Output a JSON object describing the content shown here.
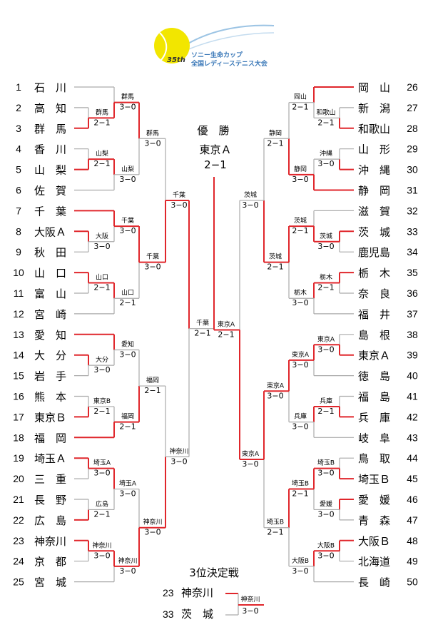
{
  "header": {
    "edition": "35th",
    "title_line1": "ソニー生命カップ",
    "title_line2": "全国レディーステニス大会",
    "color_ball": "#f2e600",
    "color_text": "#3a78b8"
  },
  "colors": {
    "winner_line": "#e0262b",
    "loser_line": "#aaaaaa"
  },
  "left_teams": [
    {
      "seed": "1",
      "name": "石　川"
    },
    {
      "seed": "2",
      "name": "高　知"
    },
    {
      "seed": "3",
      "name": "群　馬"
    },
    {
      "seed": "4",
      "name": "香　川"
    },
    {
      "seed": "5",
      "name": "山　梨"
    },
    {
      "seed": "6",
      "name": "佐　賀"
    },
    {
      "seed": "7",
      "name": "千　葉"
    },
    {
      "seed": "8",
      "name": "大阪Ａ"
    },
    {
      "seed": "9",
      "name": "秋　田"
    },
    {
      "seed": "10",
      "name": "山　口"
    },
    {
      "seed": "11",
      "name": "富　山"
    },
    {
      "seed": "12",
      "name": "宮　崎"
    },
    {
      "seed": "13",
      "name": "愛　知"
    },
    {
      "seed": "14",
      "name": "大　分"
    },
    {
      "seed": "15",
      "name": "岩　手"
    },
    {
      "seed": "16",
      "name": "熊　本"
    },
    {
      "seed": "17",
      "name": "東京Ｂ"
    },
    {
      "seed": "18",
      "name": "福　岡"
    },
    {
      "seed": "19",
      "name": "埼玉Ａ"
    },
    {
      "seed": "20",
      "name": "三　重"
    },
    {
      "seed": "21",
      "name": "長　野"
    },
    {
      "seed": "22",
      "name": "広　島"
    },
    {
      "seed": "23",
      "name": "神奈川"
    },
    {
      "seed": "24",
      "name": "京　都"
    },
    {
      "seed": "25",
      "name": "宮　城"
    }
  ],
  "right_teams": [
    {
      "seed": "26",
      "name": "岡　山"
    },
    {
      "seed": "27",
      "name": "新　潟"
    },
    {
      "seed": "28",
      "name": "和歌山"
    },
    {
      "seed": "29",
      "name": "山　形"
    },
    {
      "seed": "30",
      "name": "沖　縄"
    },
    {
      "seed": "31",
      "name": "静　岡"
    },
    {
      "seed": "32",
      "name": "滋　賀"
    },
    {
      "seed": "33",
      "name": "茨　城"
    },
    {
      "seed": "34",
      "name": "鹿児島"
    },
    {
      "seed": "35",
      "name": "栃　木"
    },
    {
      "seed": "36",
      "name": "奈　良"
    },
    {
      "seed": "37",
      "name": "福　井"
    },
    {
      "seed": "38",
      "name": "島　根"
    },
    {
      "seed": "39",
      "name": "東京Ａ"
    },
    {
      "seed": "40",
      "name": "徳　島"
    },
    {
      "seed": "41",
      "name": "福　島"
    },
    {
      "seed": "42",
      "name": "兵　庫"
    },
    {
      "seed": "43",
      "name": "岐　阜"
    },
    {
      "seed": "44",
      "name": "鳥　取"
    },
    {
      "seed": "45",
      "name": "埼玉Ｂ"
    },
    {
      "seed": "46",
      "name": "愛　媛"
    },
    {
      "seed": "47",
      "name": "青　森"
    },
    {
      "seed": "48",
      "name": "大阪Ｂ"
    },
    {
      "seed": "49",
      "name": "北海道"
    },
    {
      "seed": "50",
      "name": "長　崎"
    }
  ],
  "matches": {
    "l_r1_a": {
      "winner": "群馬",
      "score": "2−1"
    },
    "l_r1_b": {
      "winner": "山梨",
      "score": "2−1"
    },
    "l_r1_c": {
      "winner": "大阪",
      "score": "3−0"
    },
    "l_r1_d": {
      "winner": "山口",
      "score": "2−1"
    },
    "l_r1_e": {
      "winner": "大分",
      "score": "3−0"
    },
    "l_r1_f": {
      "winner": "東京B",
      "score": "2−1"
    },
    "l_r1_g": {
      "winner": "埼玉A",
      "score": "3−0"
    },
    "l_r1_h": {
      "winner": "広島",
      "score": "2−1"
    },
    "l_r1_i": {
      "winner": "神奈川",
      "score": "3−0"
    },
    "l_r2_a": {
      "winner": "群馬",
      "score": "3−0"
    },
    "l_r2_b": {
      "winner": "山梨",
      "score": "3−0"
    },
    "l_r2_c": {
      "winner": "千葉",
      "score": "3−0"
    },
    "l_r2_d": {
      "winner": "山口",
      "score": "2−1"
    },
    "l_r2_e": {
      "winner": "愛知",
      "score": "3−0"
    },
    "l_r2_f": {
      "winner": "福岡",
      "score": "2−1"
    },
    "l_r2_g": {
      "winner": "埼玉A",
      "score": "3−0"
    },
    "l_r2_h": {
      "winner": "神奈川",
      "score": "3−0"
    },
    "l_r3_a": {
      "winner": "群馬",
      "score": "3−0"
    },
    "l_r3_b": {
      "winner": "千葉",
      "score": "3−0"
    },
    "l_r3_c": {
      "winner": "福岡",
      "score": "2−1"
    },
    "l_r3_d": {
      "winner": "神奈川",
      "score": "3−0"
    },
    "l_r4_a": {
      "winner": "千葉",
      "score": "3−0"
    },
    "l_r4_b": {
      "winner": "神奈川",
      "score": "3−0"
    },
    "l_sf": {
      "winner": "千葉",
      "score": "2−1"
    },
    "r_r1_a": {
      "winner": "和歌山",
      "score": "2−1"
    },
    "r_r1_b": {
      "winner": "沖縄",
      "score": "3−0"
    },
    "r_r1_c": {
      "winner": "茨城",
      "score": "3−0"
    },
    "r_r1_d": {
      "winner": "栃木",
      "score": "2−1"
    },
    "r_r1_e": {
      "winner": "東京A",
      "score": "3−0"
    },
    "r_r1_f": {
      "winner": "兵庫",
      "score": "2−1"
    },
    "r_r1_g": {
      "winner": "埼玉B",
      "score": "3−0"
    },
    "r_r1_h": {
      "winner": "愛媛",
      "score": "3−0"
    },
    "r_r1_i": {
      "winner": "大阪B",
      "score": "3−0"
    },
    "r_r2_a": {
      "winner": "岡山",
      "score": "2−1"
    },
    "r_r2_b": {
      "winner": "静岡",
      "score": "3−0"
    },
    "r_r2_c": {
      "winner": "茨城",
      "score": "2−1"
    },
    "r_r2_d": {
      "winner": "栃木",
      "score": "3−0"
    },
    "r_r2_e": {
      "winner": "東京A",
      "score": "3−0"
    },
    "r_r2_f": {
      "winner": "兵庫",
      "score": "3−0"
    },
    "r_r2_g": {
      "winner": "埼玉B",
      "score": "2−1"
    },
    "r_r2_h": {
      "winner": "大阪B",
      "score": "3−0"
    },
    "r_r3_a": {
      "winner": "静岡",
      "score": "2−1"
    },
    "r_r3_b": {
      "winner": "茨城",
      "score": "2−1"
    },
    "r_r3_c": {
      "winner": "東京A",
      "score": "3−0"
    },
    "r_r3_d": {
      "winner": "埼玉B",
      "score": "2−1"
    },
    "r_r4_a": {
      "winner": "茨城",
      "score": "3−0"
    },
    "r_r4_b": {
      "winner": "東京A",
      "score": "3−0"
    },
    "r_sf": {
      "winner": "東京A",
      "score": "2−1"
    }
  },
  "final": {
    "heading": "優　勝",
    "champion": "東京Ａ",
    "score": "2−1"
  },
  "third_place": {
    "heading": "3位決定戦",
    "team1_seed": "23",
    "team1_name": "神奈川",
    "team2_seed": "33",
    "team2_name": "茨　城",
    "winner": "神奈川",
    "score": "3−0"
  }
}
